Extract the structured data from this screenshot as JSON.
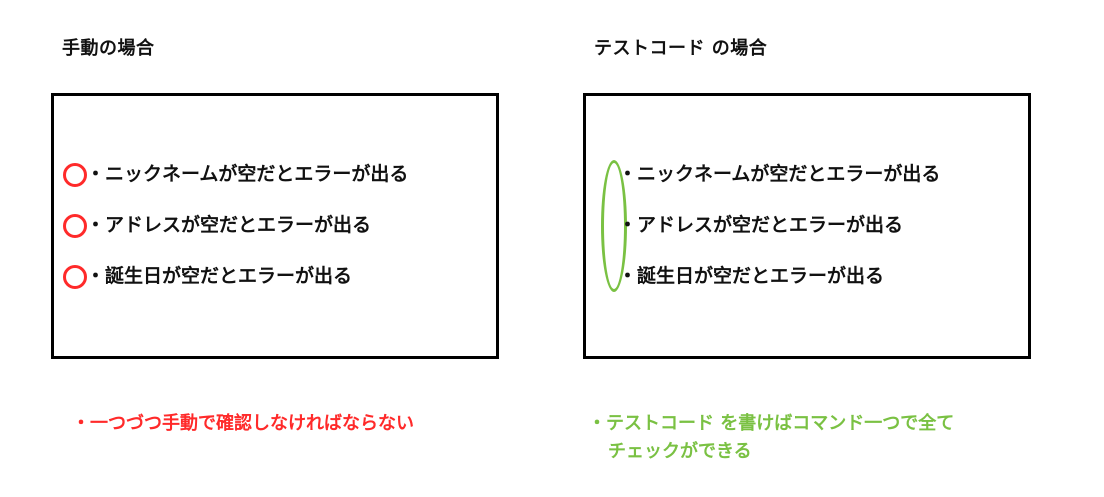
{
  "colors": {
    "manual_accent": "#ff2a2a",
    "test_accent": "#7ac143",
    "border": "#000000"
  },
  "manual": {
    "heading": "手動の場合",
    "items": [
      "・ニックネームが空だとエラーが出る",
      "・アドレスが空だとエラーが出る",
      "・誕生日が空だとエラーが出る"
    ],
    "note": "・一つづつ手動で確認しなければならない"
  },
  "test": {
    "heading": "テストコード の場合",
    "items": [
      "・ニックネームが空だとエラーが出る",
      "・アドレスが空だとエラーが出る",
      "・誕生日が空だとエラーが出る"
    ],
    "note_line1": "・テストコード を書けばコマンド一つで全て",
    "note_line2": "チェックができる"
  }
}
